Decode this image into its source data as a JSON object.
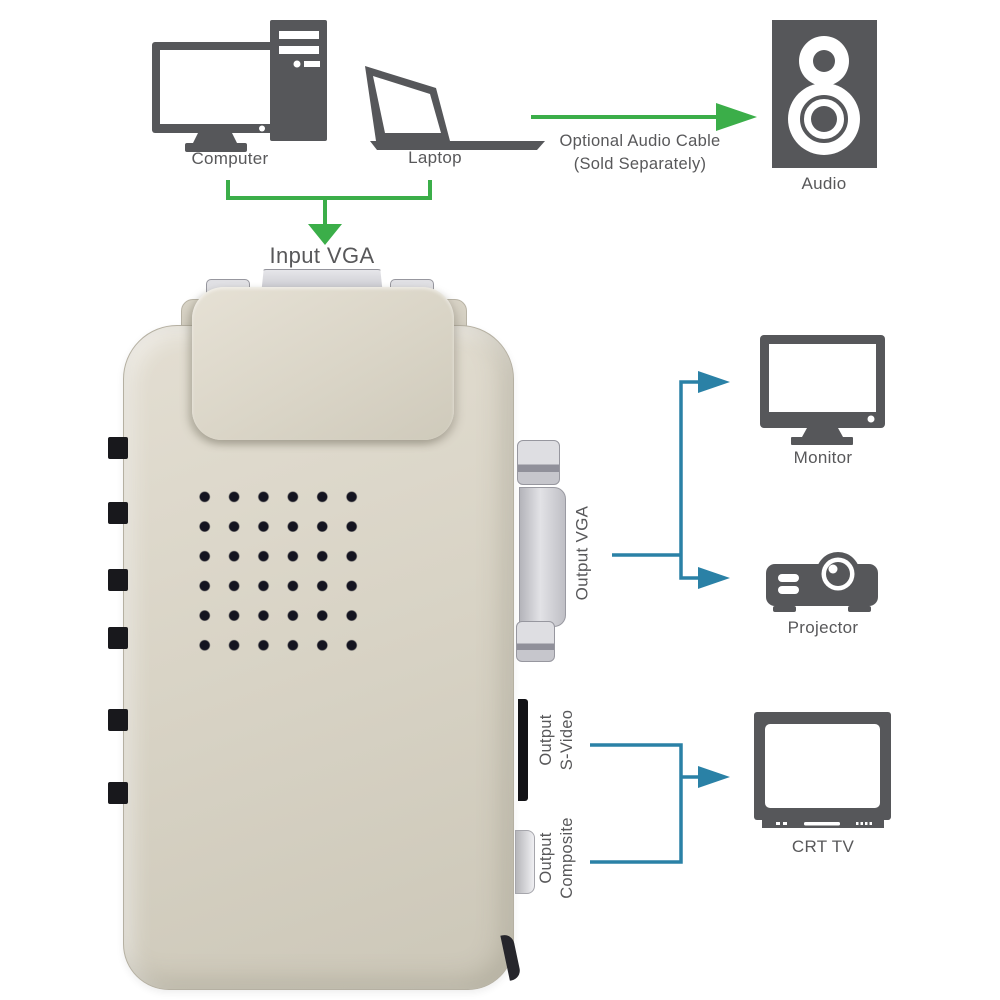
{
  "title": "VGA converter connection diagram",
  "colors": {
    "green": "#3bae49",
    "blue": "#2a81a6",
    "icon": "#56575a",
    "text": "#58585a",
    "body": "#d8d3c5",
    "edge": "#b5b0a2",
    "connector": "#c9c9cf",
    "port": "#121216"
  },
  "sources": {
    "computer_label": "Computer",
    "laptop_label": "Laptop"
  },
  "device": {
    "input_label": "Input VGA",
    "output_vga_label": "Output VGA",
    "output_svideo": {
      "line1": "Output",
      "line2": "S-Video"
    },
    "output_composite": {
      "line1": "Output",
      "line2": "Composite"
    }
  },
  "audio": {
    "note_line1": "Optional Audio Cable",
    "note_line2": "(Sold Separately)",
    "label": "Audio"
  },
  "outputs": {
    "monitor_label": "Monitor",
    "projector_label": "Projector",
    "crt_tv_label": "CRT TV"
  }
}
